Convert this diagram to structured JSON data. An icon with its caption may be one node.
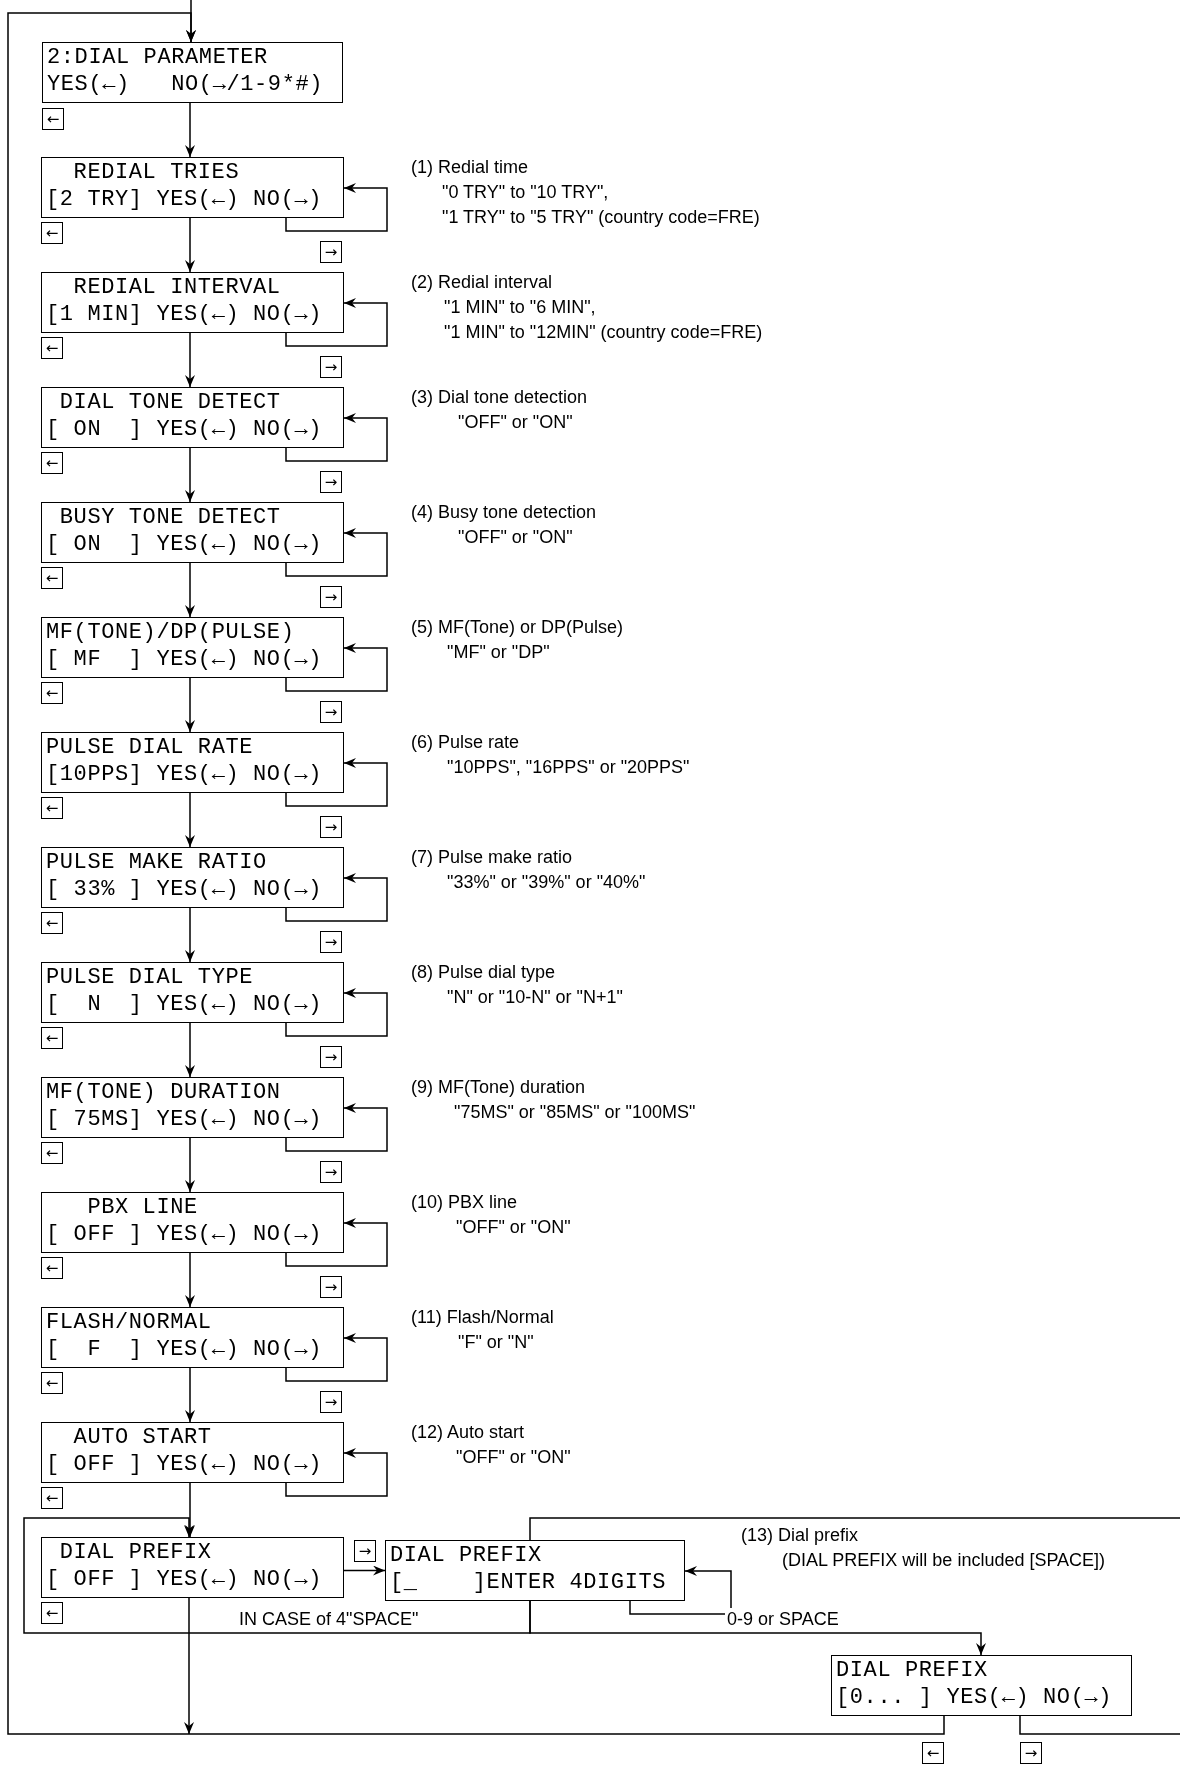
{
  "diagram": {
    "nodes": [
      {
        "text": [
          "2:DIAL PARAMETER",
          "YES(←)   NO(→/1-9*#)"
        ]
      },
      {
        "text": [
          "REDIAL TRIES",
          "[2 TRY] YES(←) NO(→)"
        ],
        "beside": [
          "(1) Redial time",
          "\"0 TRY\" to \"10 TRY\",",
          "\"1 TRY\" to \"5 TRY\" (country code=FRE)"
        ]
      },
      {
        "text": [
          "REDIAL INTERVAL",
          "[1 MIN] YES(←) NO(→)"
        ],
        "beside": [
          "(2) Redial interval",
          "\"1 MIN\" to \"6 MIN\",",
          "\"1 MIN\" to \"12MIN\" (country code=FRE)"
        ]
      },
      {
        "text": [
          "DIAL TONE DETECT",
          "[ ON  ] YES(←) NO(→)"
        ],
        "beside": [
          "(3) Dial tone detection",
          "\"OFF\" or \"ON\""
        ]
      },
      {
        "text": [
          "BUSY TONE DETECT",
          "[ ON  ] YES(←) NO(→)"
        ],
        "beside": [
          "(4) Busy tone detection",
          "\"OFF\" or \"ON\""
        ]
      },
      {
        "text": [
          "MF(TONE)/DP(PULSE)",
          "[ MF  ] YES(←) NO(→)"
        ],
        "beside": [
          "(5) MF(Tone) or DP(Pulse)",
          "\"MF\" or \"DP\""
        ]
      },
      {
        "text": [
          "PULSE DIAL RATE",
          "[10PPS] YES(←) NO(→)"
        ],
        "beside": [
          "(6) Pulse rate",
          "\"10PPS\", \"16PPS\" or \"20PPS\""
        ]
      },
      {
        "text": [
          "PULSE MAKE RATIO",
          "[ 33% ] YES(←) NO(→)"
        ],
        "beside": [
          "(7) Pulse make ratio",
          "\"33%\" or \"39%\" or \"40%\""
        ]
      },
      {
        "text": [
          "PULSE DIAL TYPE",
          "[  N  ] YES(←) NO(→)"
        ],
        "beside": [
          "(8) Pulse dial type",
          "\"N\" or \"10-N\" or \"N+1\""
        ]
      },
      {
        "text": [
          "MF(TONE) DURATION",
          "[ 75MS] YES(←) NO(→)"
        ],
        "beside": [
          "(9) MF(Tone) duration",
          "\"75MS\" or \"85MS\" or \"100MS\""
        ]
      },
      {
        "text": [
          "PBX LINE",
          "[ OFF ] YES(←) NO(→)"
        ],
        "beside": [
          "(10) PBX line",
          "\"OFF\" or \"ON\""
        ]
      },
      {
        "text": [
          "FLASH/NORMAL",
          "[  F  ] YES(←) NO(→)"
        ],
        "beside": [
          "(11) Flash/Normal",
          "\"F\" or \"N\""
        ]
      },
      {
        "text": [
          "AUTO START",
          "[ OFF ] YES(←) NO(→)"
        ],
        "beside": [
          "(12) Auto start",
          "\"OFF\" or \"ON\""
        ]
      },
      {
        "text": [
          "DIAL PREFIX",
          "[ OFF ] YES(←) NO(→)"
        ],
        "beside": [
          "(13) Dial prefix",
          "(DIAL PREFIX will be included [SPACE])"
        ]
      },
      {
        "text": [
          "DIAL PREFIX",
          "[_    ]ENTER 4DIGITS"
        ]
      },
      {
        "text": [
          "DIAL PREFIX",
          "[0... ] YES(←) NO(→)"
        ]
      }
    ],
    "edges": [
      {
        "from": null,
        "to": 0,
        "arrow": "to"
      },
      {
        "from": 0,
        "to": 1,
        "arrow": "to"
      },
      {
        "from": 1,
        "to": 1,
        "arrow": "to"
      },
      {
        "from": 1,
        "to": 2,
        "arrow": "to"
      },
      {
        "from": 2,
        "to": 2,
        "arrow": "to"
      },
      {
        "from": 2,
        "to": 3,
        "arrow": "to"
      },
      {
        "from": 3,
        "to": 3,
        "arrow": "to"
      },
      {
        "from": 3,
        "to": 4,
        "arrow": "to"
      },
      {
        "from": 4,
        "to": 4,
        "arrow": "to"
      },
      {
        "from": 4,
        "to": 5,
        "arrow": "to"
      },
      {
        "from": 5,
        "to": 5,
        "arrow": "to"
      },
      {
        "from": 5,
        "to": 6,
        "arrow": "to"
      },
      {
        "from": 6,
        "to": 6,
        "arrow": "to"
      },
      {
        "from": 6,
        "to": 7,
        "arrow": "to"
      },
      {
        "from": 7,
        "to": 7,
        "arrow": "to"
      },
      {
        "from": 7,
        "to": 8,
        "arrow": "to"
      },
      {
        "from": 8,
        "to": 8,
        "arrow": "to"
      },
      {
        "from": 8,
        "to": 9,
        "arrow": "to"
      },
      {
        "from": 9,
        "to": 9,
        "arrow": "to"
      },
      {
        "from": 9,
        "to": 10,
        "arrow": "to"
      },
      {
        "from": 10,
        "to": 10,
        "arrow": "to"
      },
      {
        "from": 10,
        "to": 11,
        "arrow": "to"
      },
      {
        "from": 11,
        "to": 11,
        "arrow": "to"
      },
      {
        "from": 11,
        "to": 12,
        "arrow": "to"
      },
      {
        "from": 12,
        "to": 12,
        "arrow": "to"
      },
      {
        "from": 12,
        "to": 13,
        "arrow": "to"
      },
      {
        "from": 13,
        "to": 14,
        "arrow": "to"
      },
      {
        "from": 14,
        "to": 14,
        "arrow": "to"
      },
      {
        "from": 14,
        "to": 13,
        "arrow": "to",
        "label": "IN CASE of 4\"SPACE\""
      },
      {
        "from": 14,
        "to": 15,
        "arrow": "to",
        "label": "0-9 or SPACE"
      },
      {
        "from": 13,
        "to": null,
        "arrow": "to"
      },
      {
        "from": 15,
        "to": 0,
        "arrow": "to"
      },
      {
        "from": 15,
        "to": null,
        "arrow": "none"
      },
      {
        "from": null,
        "to": 14,
        "arrow": "none"
      }
    ],
    "labels": [
      "←",
      "←",
      "→",
      "←",
      "→",
      "←",
      "→",
      "←",
      "→",
      "←",
      "→",
      "←",
      "→",
      "←",
      "→",
      "←",
      "→",
      "←",
      "→",
      "←",
      "→",
      "←",
      "→",
      "←",
      "→",
      "←",
      "←",
      "→"
    ]
  }
}
